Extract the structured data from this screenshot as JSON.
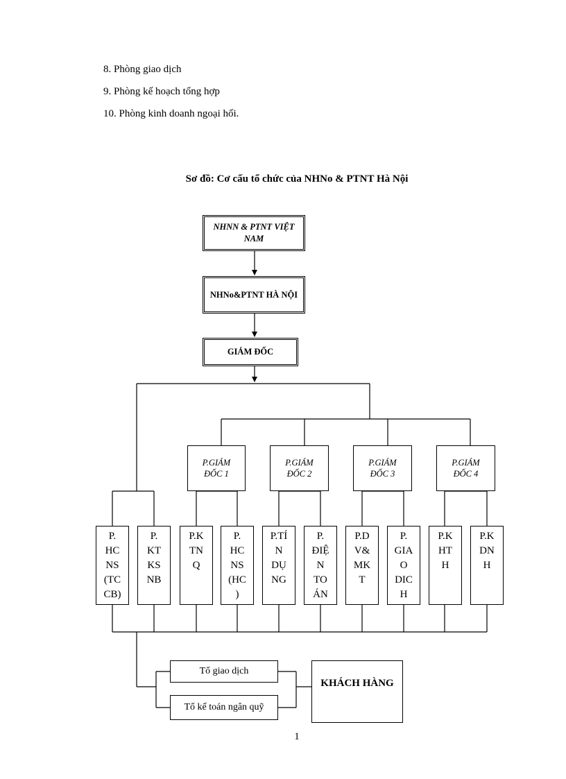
{
  "list": [
    "8. Phòng giao dịch",
    "9. Phòng kế hoạch tổng hợp",
    "10. Phòng kinh doanh ngoại hối."
  ],
  "title": "Sơ đồ: Cơ cấu tổ chức của NHNo & PTNT  Hà Nội",
  "top_boxes": [
    "NHNN & PTNT VIỆT NAM",
    "NHNo&PTNT  HÀ NỘI",
    "GIÁM  ĐỐC"
  ],
  "vice_directors": [
    "P.GIÁM ĐỐC 1",
    "P.GIÁM ĐỐC 2",
    "P.GIÁM ĐỐC 3",
    "P.GIÁM ĐỐC 4"
  ],
  "departments": [
    [
      "P.",
      "HC",
      "NS",
      "(TC",
      "CB)"
    ],
    [
      "P.",
      "KT",
      "KS",
      "NB"
    ],
    [
      "P.K",
      "TN",
      "Q"
    ],
    [
      "P.",
      "HC",
      "NS",
      "(HC",
      ")"
    ],
    [
      "P.TÍ",
      "N",
      "DỤ",
      "NG"
    ],
    [
      "P.",
      "ĐIỆ",
      "N",
      "TO",
      "ÁN"
    ],
    [
      "P.D",
      "V&",
      "MK",
      "T"
    ],
    [
      "P.",
      "GIA",
      "O",
      "DIC",
      "H"
    ],
    [
      "P.K",
      "HT",
      "H"
    ],
    [
      "P.K",
      "DN",
      "H"
    ]
  ],
  "teams": [
    "Tổ giao dịch",
    "Tổ kế toán ngân  quỹ"
  ],
  "customer": "KHÁCH  HÀNG",
  "page_number": "1"
}
